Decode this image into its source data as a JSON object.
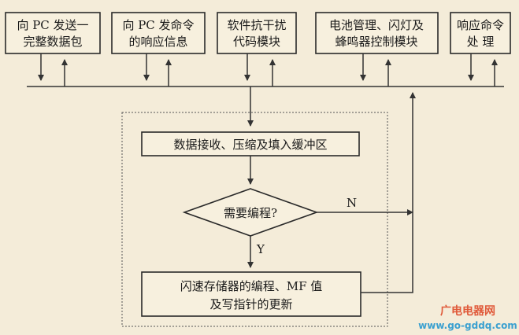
{
  "modules": [
    {
      "line1": "向 PC 发送一",
      "line2": "完整数据包"
    },
    {
      "line1": "向 PC 发命令",
      "line2": "的响应信息"
    },
    {
      "line1": "软件抗干扰",
      "line2": "代码模块"
    },
    {
      "line1": "电池管理、闪灯及",
      "line2": "蜂鸣器控制模块"
    },
    {
      "line1": "响应命令",
      "line2": "处 理"
    }
  ],
  "flow": {
    "receive": "数据接收、压缩及填入缓冲区",
    "decision": "需要编程?",
    "yes": "Y",
    "no": "N",
    "update_line1": "闪速存储器的编程、MF 值",
    "update_line2": "及写指针的更新"
  },
  "watermark": {
    "brand": "广电电器网",
    "url": "www.go-gddq.com"
  }
}
